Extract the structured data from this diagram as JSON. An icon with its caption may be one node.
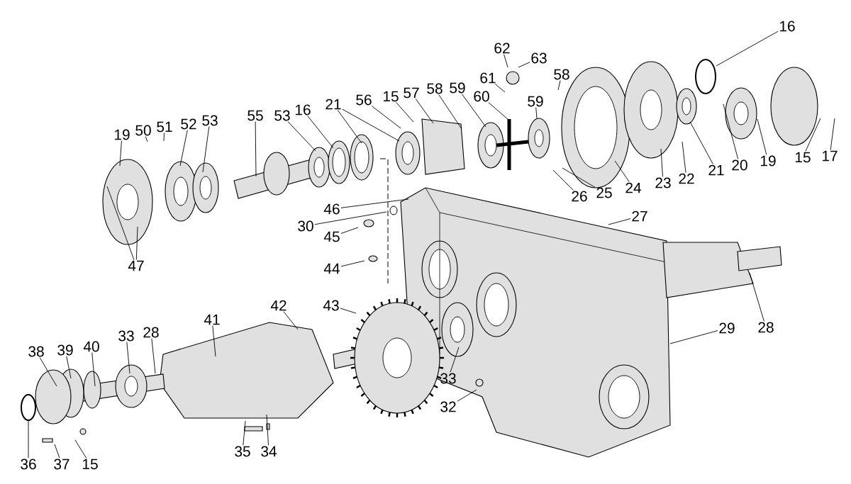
{
  "diagram": {
    "nodes": [
      {
        "text": [
          "16"
        ]
      },
      {
        "text": [
          "62"
        ]
      },
      {
        "text": [
          "63"
        ]
      },
      {
        "text": [
          "58"
        ]
      },
      {
        "text": [
          "61"
        ]
      },
      {
        "text": [
          "57"
        ]
      },
      {
        "text": [
          "58"
        ]
      },
      {
        "text": [
          "59"
        ]
      },
      {
        "text": [
          "15"
        ]
      },
      {
        "text": [
          "60"
        ]
      },
      {
        "text": [
          "56"
        ]
      },
      {
        "text": [
          "59"
        ]
      },
      {
        "text": [
          "21"
        ]
      },
      {
        "text": [
          "16"
        ]
      },
      {
        "text": [
          "55"
        ]
      },
      {
        "text": [
          "53"
        ]
      },
      {
        "text": [
          "53"
        ]
      },
      {
        "text": [
          "52"
        ]
      },
      {
        "text": [
          "51"
        ]
      },
      {
        "text": [
          "50"
        ]
      },
      {
        "text": [
          "19"
        ]
      },
      {
        "text": [
          "17"
        ]
      },
      {
        "text": [
          "15"
        ]
      },
      {
        "text": [
          "19"
        ]
      },
      {
        "text": [
          "20"
        ]
      },
      {
        "text": [
          "21"
        ]
      },
      {
        "text": [
          "22"
        ]
      },
      {
        "text": [
          "23"
        ]
      },
      {
        "text": [
          "24"
        ]
      },
      {
        "text": [
          "25"
        ]
      },
      {
        "text": [
          "26"
        ]
      },
      {
        "text": [
          "46"
        ]
      },
      {
        "text": [
          "27"
        ]
      },
      {
        "text": [
          "30"
        ]
      },
      {
        "text": [
          "45"
        ]
      },
      {
        "text": [
          "47"
        ]
      },
      {
        "text": [
          "44"
        ]
      },
      {
        "text": [
          "42"
        ]
      },
      {
        "text": [
          "43"
        ]
      },
      {
        "text": [
          "41"
        ]
      },
      {
        "text": [
          "28"
        ]
      },
      {
        "text": [
          "29"
        ]
      },
      {
        "text": [
          "28"
        ]
      },
      {
        "text": [
          "33"
        ]
      },
      {
        "text": [
          "40"
        ]
      },
      {
        "text": [
          "39"
        ]
      },
      {
        "text": [
          "38"
        ]
      },
      {
        "text": [
          "33"
        ]
      },
      {
        "text": [
          "32"
        ]
      },
      {
        "text": [
          "35"
        ]
      },
      {
        "text": [
          "34"
        ]
      },
      {
        "text": [
          "36"
        ]
      },
      {
        "text": [
          "37"
        ]
      },
      {
        "text": [
          "15"
        ]
      }
    ],
    "edges": [
      {
        "from": 0,
        "to": null,
        "arrow": "none"
      },
      {
        "from": 1,
        "to": null,
        "arrow": "none"
      },
      {
        "from": 2,
        "to": null,
        "arrow": "none"
      },
      {
        "from": 3,
        "to": null,
        "arrow": "none"
      },
      {
        "from": 4,
        "to": null,
        "arrow": "none"
      },
      {
        "from": 5,
        "to": null,
        "arrow": "none"
      },
      {
        "from": 6,
        "to": null,
        "arrow": "none"
      },
      {
        "from": 7,
        "to": null,
        "arrow": "none"
      },
      {
        "from": 8,
        "to": null,
        "arrow": "none"
      },
      {
        "from": 9,
        "to": null,
        "arrow": "none"
      },
      {
        "from": 10,
        "to": null,
        "arrow": "none"
      },
      {
        "from": 11,
        "to": null,
        "arrow": "none"
      },
      {
        "from": 12,
        "to": null,
        "arrow": "none"
      },
      {
        "from": 12,
        "to": null,
        "arrow": "none"
      },
      {
        "from": 13,
        "to": null,
        "arrow": "none"
      },
      {
        "from": 14,
        "to": null,
        "arrow": "none"
      },
      {
        "from": 15,
        "to": null,
        "arrow": "none"
      },
      {
        "from": 16,
        "to": null,
        "arrow": "none"
      },
      {
        "from": 17,
        "to": null,
        "arrow": "none"
      },
      {
        "from": 18,
        "to": null,
        "arrow": "none"
      },
      {
        "from": 19,
        "to": null,
        "arrow": "none"
      },
      {
        "from": 20,
        "to": null,
        "arrow": "none"
      },
      {
        "from": 21,
        "to": null,
        "arrow": "none"
      },
      {
        "from": 22,
        "to": null,
        "arrow": "none"
      },
      {
        "from": 23,
        "to": null,
        "arrow": "none"
      },
      {
        "from": 24,
        "to": null,
        "arrow": "none"
      },
      {
        "from": 25,
        "to": null,
        "arrow": "none"
      },
      {
        "from": 26,
        "to": null,
        "arrow": "none"
      },
      {
        "from": 27,
        "to": null,
        "arrow": "none"
      },
      {
        "from": 28,
        "to": null,
        "arrow": "none"
      },
      {
        "from": 29,
        "to": null,
        "arrow": "none"
      },
      {
        "from": 30,
        "to": null,
        "arrow": "none"
      },
      {
        "from": 31,
        "to": null,
        "arrow": "none"
      },
      {
        "from": 32,
        "to": null,
        "arrow": "none"
      },
      {
        "from": 33,
        "to": null,
        "arrow": "none"
      },
      {
        "from": 34,
        "to": null,
        "arrow": "none"
      },
      {
        "from": 35,
        "to": null,
        "arrow": "none"
      },
      {
        "from": 35,
        "to": null,
        "arrow": "none"
      },
      {
        "from": 36,
        "to": null,
        "arrow": "none"
      },
      {
        "from": 37,
        "to": null,
        "arrow": "none"
      },
      {
        "from": 38,
        "to": null,
        "arrow": "none"
      },
      {
        "from": 39,
        "to": null,
        "arrow": "none"
      },
      {
        "from": 40,
        "to": null,
        "arrow": "none"
      },
      {
        "from": 41,
        "to": null,
        "arrow": "none"
      },
      {
        "from": 42,
        "to": null,
        "arrow": "none"
      },
      {
        "from": 43,
        "to": null,
        "arrow": "none"
      },
      {
        "from": 44,
        "to": null,
        "arrow": "none"
      },
      {
        "from": 45,
        "to": null,
        "arrow": "none"
      },
      {
        "from": 46,
        "to": null,
        "arrow": "none"
      },
      {
        "from": 47,
        "to": null,
        "arrow": "none"
      },
      {
        "from": 48,
        "to": null,
        "arrow": "none"
      },
      {
        "from": 49,
        "to": null,
        "arrow": "none"
      },
      {
        "from": 50,
        "to": null,
        "arrow": "none"
      },
      {
        "from": 51,
        "to": null,
        "arrow": "none"
      },
      {
        "from": 52,
        "to": null,
        "arrow": "none"
      },
      {
        "from": 53,
        "to": null,
        "arrow": "none"
      }
    ]
  }
}
